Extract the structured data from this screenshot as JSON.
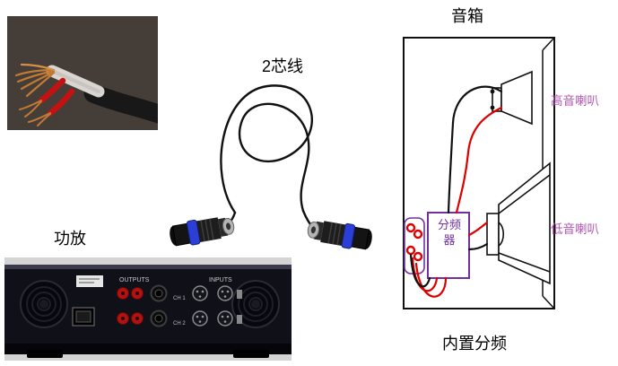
{
  "labels": {
    "amplifier": "功放",
    "cable": "2芯线",
    "speaker_box": "音箱",
    "builtin_crossover": "内置分频",
    "tweeter": "高音喇叭",
    "woofer": "低音喇叭",
    "crossover_line1": "分频",
    "crossover_line2": "器"
  },
  "amp_panel": {
    "outputs": "OUTPUTS",
    "inputs": "INPUTS",
    "ch1": "CH 1",
    "ch2": "CH 2"
  },
  "colors": {
    "wire_red": "#dd0000",
    "wire_black": "#111111",
    "connector_blue": "#2b3fd6",
    "crossover_purple": "#7030a0",
    "label_magenta": "#b457b4",
    "copper": "#c07a35"
  },
  "icons": {
    "cable_photo": "two-core-cable-photo",
    "amp_photo": "power-amplifier-rear-photo",
    "connectors": "speakon-connectors"
  }
}
